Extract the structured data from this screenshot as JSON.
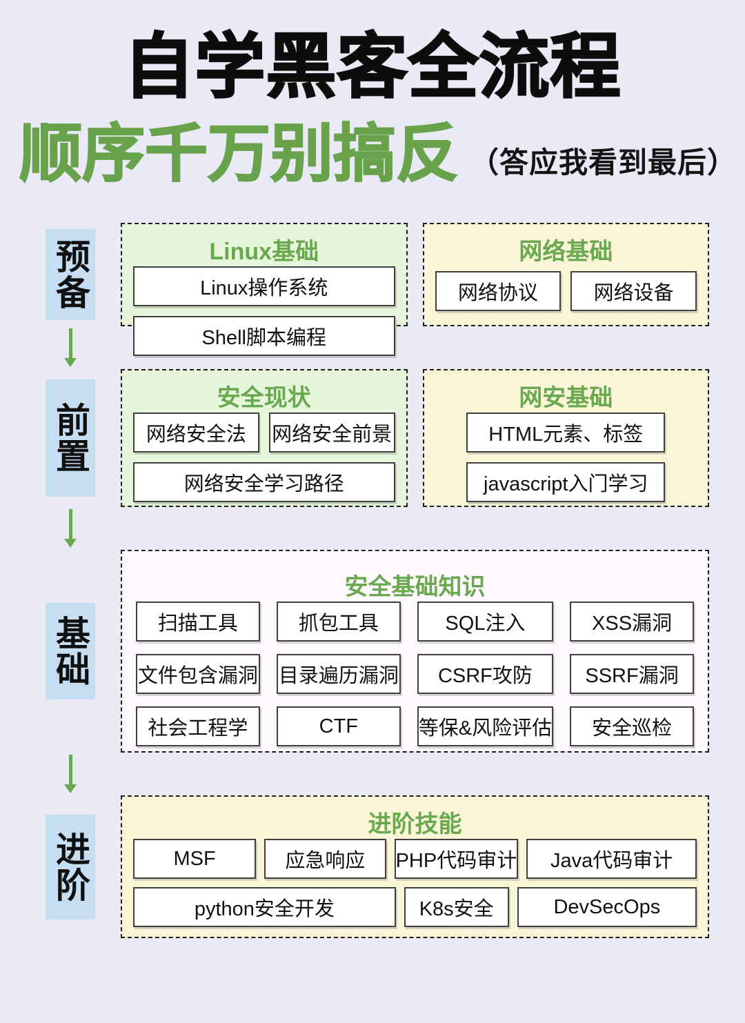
{
  "page": {
    "title": "自学黑客全流程",
    "subtitle": "顺序千万别搞反",
    "subtitle_note": "（答应我看到最后）"
  },
  "icons": {
    "flow_arrow": "down-arrow"
  },
  "colors": {
    "background": "#e9eaf6",
    "stage_label_bg": "#c6def2",
    "green_bg": "#e5f6da",
    "yellow_bg": "#fbf5d8",
    "purple_bg": "#fdf9fe",
    "header_green": "#6aa84f",
    "subtitle_green": "#68a34c",
    "arrow_green": "#6aa84f",
    "item_border": "#3f3f3f",
    "dashed_border": "#1c1c1c",
    "title_black": "#0d0d0d"
  },
  "stages": [
    {
      "label": "预备",
      "sections": [
        {
          "title": "Linux基础",
          "theme": "green",
          "items": [
            "Linux操作系统",
            "Shell脚本编程"
          ]
        },
        {
          "title": "网络基础",
          "theme": "yellow",
          "items": [
            "网络协议",
            "网络设备"
          ]
        }
      ]
    },
    {
      "label": "前置",
      "sections": [
        {
          "title": "安全现状",
          "theme": "green",
          "items": [
            "网络安全法",
            "网络安全前景",
            "网络安全学习路径"
          ]
        },
        {
          "title": "网安基础",
          "theme": "yellow",
          "items": [
            "HTML元素、标签",
            "javascript入门学习"
          ]
        }
      ]
    },
    {
      "label": "基础",
      "sections": [
        {
          "title": "安全基础知识",
          "theme": "purple",
          "items": [
            "扫描工具",
            "抓包工具",
            "SQL注入",
            "XSS漏洞",
            "文件包含漏洞",
            "目录遍历漏洞",
            "CSRF攻防",
            "SSRF漏洞",
            "社会工程学",
            "CTF",
            "等保&风险评估",
            "安全巡检"
          ]
        }
      ]
    },
    {
      "label": "进阶",
      "sections": [
        {
          "title": "进阶技能",
          "theme": "yellow",
          "items": [
            "MSF",
            "应急响应",
            "PHP代码审计",
            "Java代码审计",
            "python安全开发",
            "K8s安全",
            "DevSecOps"
          ]
        }
      ]
    }
  ]
}
